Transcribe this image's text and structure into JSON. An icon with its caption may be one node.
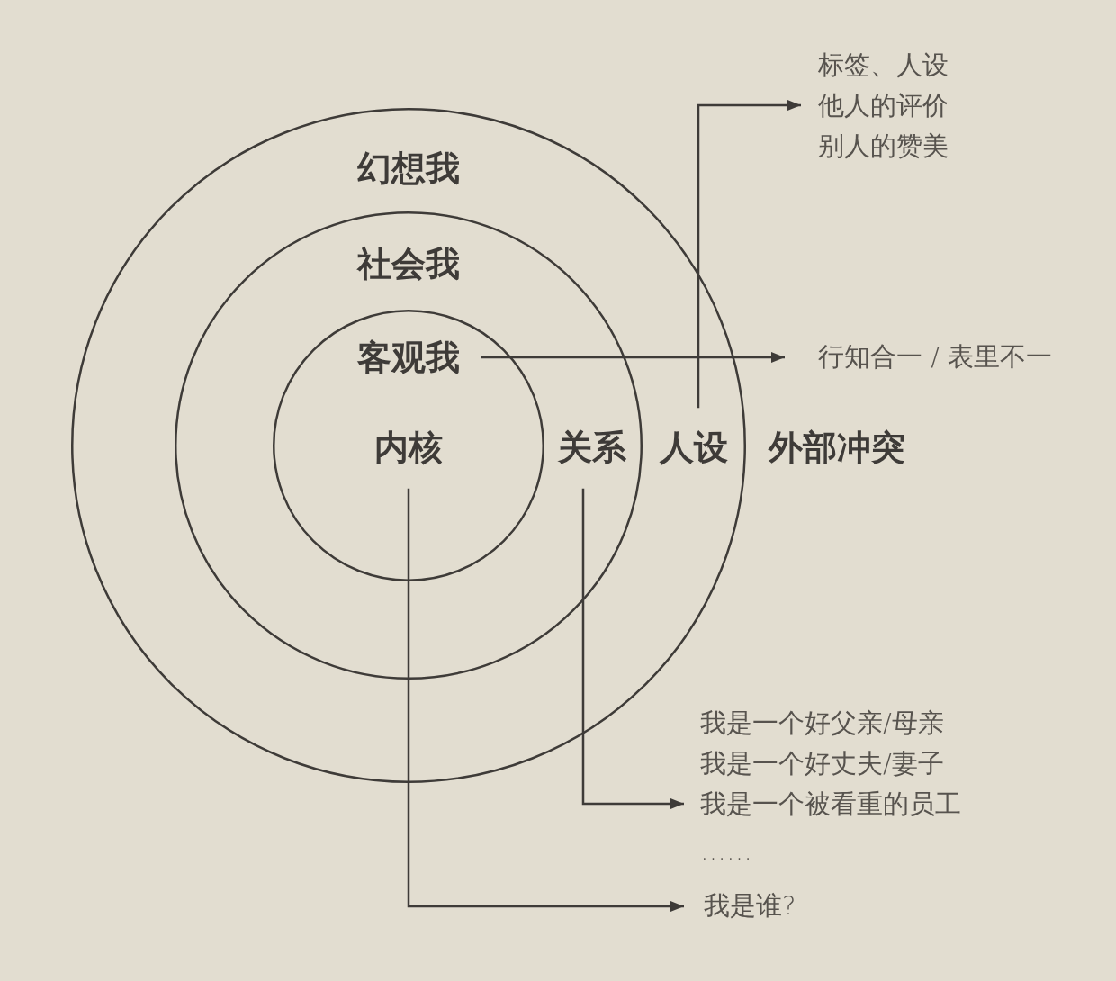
{
  "diagram": {
    "nodes": [
      {
        "text": [
          "幻想我"
        ]
      },
      {
        "text": [
          "社会我"
        ],
        "in": 0
      },
      {
        "text": [
          "客观我"
        ],
        "in": 1
      },
      {
        "text": [
          "内核"
        ],
        "in": 2
      },
      {
        "text": [
          "关系"
        ],
        "in": 1
      },
      {
        "text": [
          "人设"
        ],
        "in": 0
      },
      {
        "text": [
          "标签、人设",
          "他人的评价",
          "别人的赞美"
        ]
      },
      {
        "text": [
          "行知合一 / 表里不一"
        ]
      },
      {
        "text": [
          "我是一个好父亲/母亲",
          "我是一个好丈夫/妻子",
          "我是一个被看重的员工",
          "……"
        ]
      },
      {
        "text": [
          "我是谁?"
        ]
      }
    ],
    "edges": [
      {
        "from": 5,
        "to": 6,
        "arrow": "to"
      },
      {
        "from": 2,
        "to": 7,
        "arrow": "to"
      },
      {
        "from": 4,
        "to": 8,
        "arrow": "to"
      },
      {
        "from": 3,
        "to": 9,
        "arrow": "to"
      }
    ],
    "labels": [
      "外部冲突"
    ]
  }
}
